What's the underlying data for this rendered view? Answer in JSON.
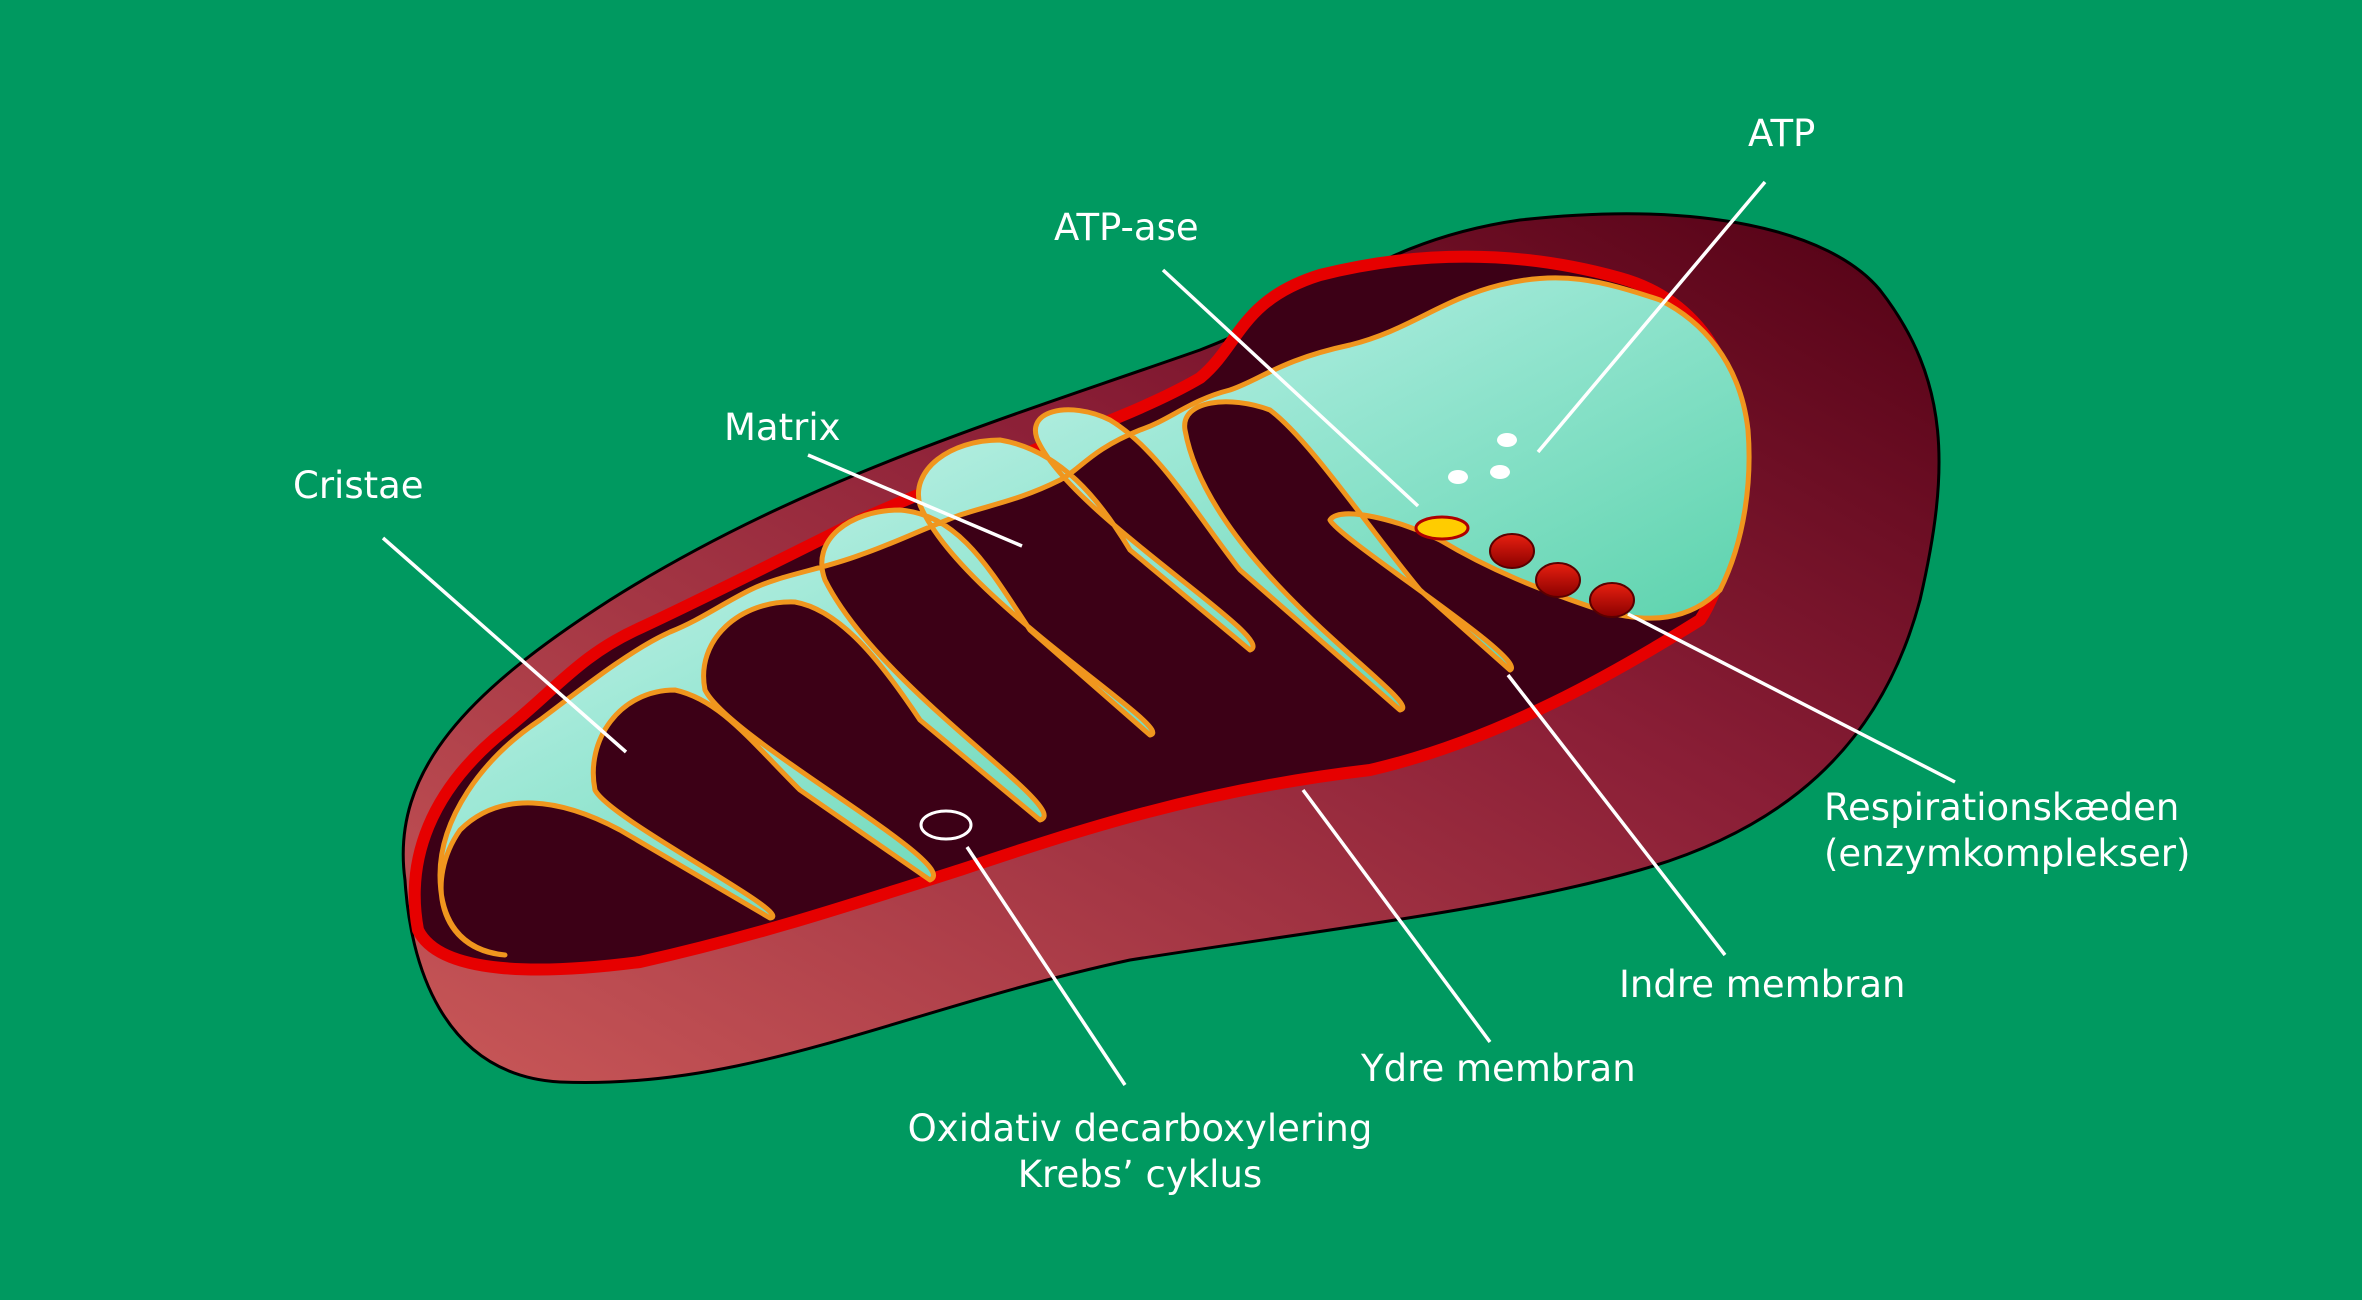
{
  "colors": {
    "background": "#009960",
    "outer_membrane": "#e60000",
    "inner_membrane": "#f0961e",
    "intermembrane_space": "#3c0016",
    "matrix_light": "#e8fdfb",
    "matrix_dark": "#2ec490",
    "shell_light": "#c95858",
    "shell_dark": "#520014",
    "label_text": "#ffffff",
    "atp_ase": "#ffcc00",
    "enzyme_complex": "#cc1100"
  },
  "labels": {
    "atp": "ATP",
    "atp_ase": "ATP-ase",
    "matrix": "Matrix",
    "cristae": "Cristae",
    "respiration_line1": "Respirationskæden",
    "respiration_line2": "(enzymkomplekser)",
    "inner_membrane": "Indre membran",
    "outer_membrane": "Ydre membran",
    "krebs_line1": "Oxidativ decarboxylering",
    "krebs_line2": "Krebs’ cyklus"
  }
}
